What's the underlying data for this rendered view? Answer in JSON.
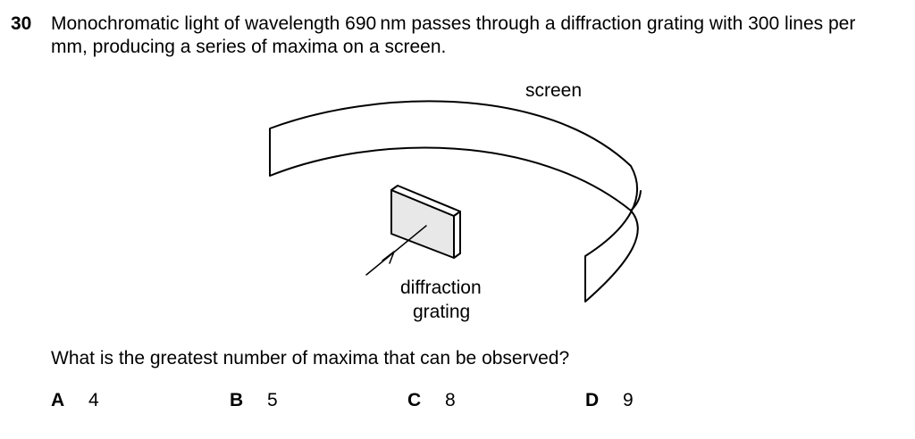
{
  "question": {
    "number": "30",
    "stem_line1": "Monochromatic light of wavelength 690 nm passes through a diffraction grating with 300 lines per",
    "stem_line2": "mm, producing a series of maxima on a screen.",
    "prompt": "What is the greatest number of maxima that can be observed?"
  },
  "diagram": {
    "screen_label": "screen",
    "grating_label_line1": "diffraction",
    "grating_label_line2": "grating"
  },
  "options": [
    {
      "letter": "A",
      "value": "4"
    },
    {
      "letter": "B",
      "value": "5"
    },
    {
      "letter": "C",
      "value": "8"
    },
    {
      "letter": "D",
      "value": "9"
    }
  ]
}
